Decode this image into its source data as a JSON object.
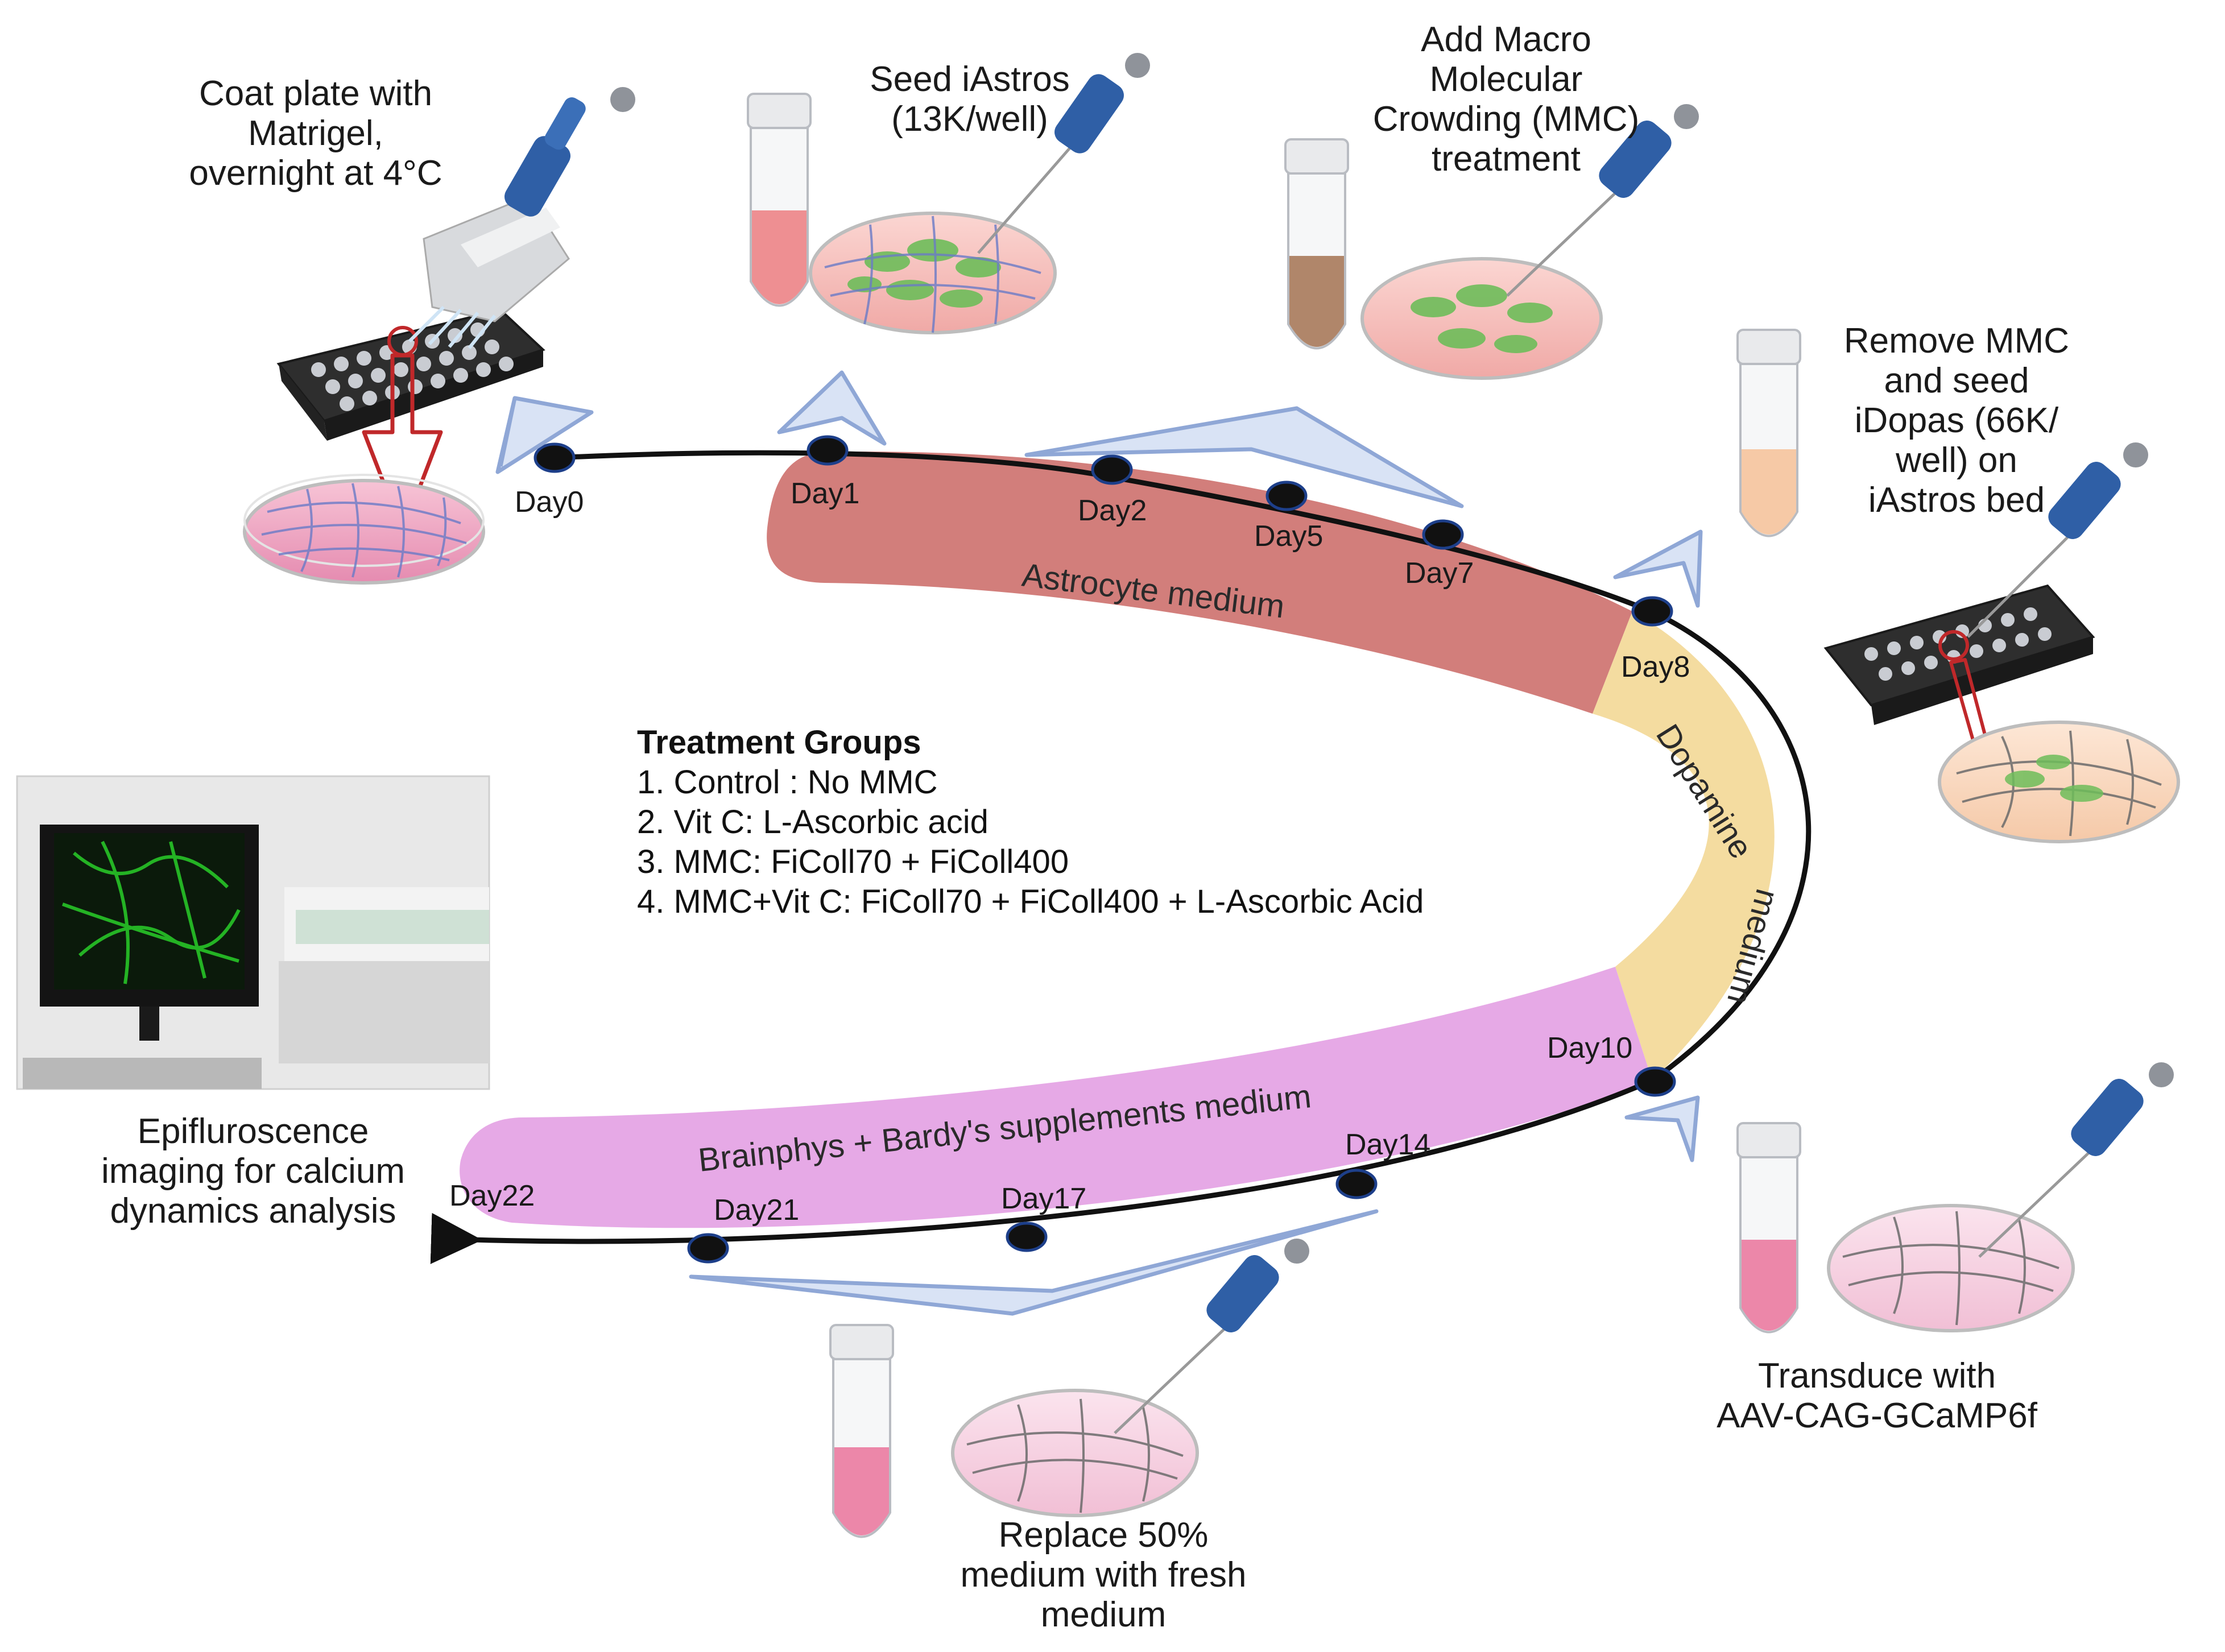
{
  "steps": {
    "coat": [
      "Coat plate with",
      "Matrigel,",
      "overnight at 4°C"
    ],
    "seed_astros": [
      "Seed iAstros",
      "(13K/well)"
    ],
    "mmc": [
      "Add Macro",
      "Molecular",
      "Crowding (MMC)",
      "treatment"
    ],
    "remove_mmc": [
      "Remove MMC",
      "and seed",
      "iDopas (66K/",
      "well) on",
      "iAstros bed"
    ],
    "transduce": [
      "Transduce with",
      "AAV-CAG-GCaMP6f"
    ],
    "replace": [
      "Replace 50%",
      "medium with fresh",
      "medium"
    ],
    "imaging": [
      "Epifluroscence",
      "imaging for calcium",
      "dynamics analysis"
    ]
  },
  "days": [
    "Day0",
    "Day1",
    "Day2",
    "Day5",
    "Day7",
    "Day8",
    "Day10",
    "Day14",
    "Day17",
    "Day21",
    "Day22"
  ],
  "media": {
    "astrocyte": "Astrocyte   medium",
    "dopamine": [
      "Dopamine",
      "medium"
    ],
    "brainphys": "Brainphys  +  Bardy's  supplements  medium"
  },
  "treatment_groups": {
    "title": "Treatment Groups",
    "items": [
      "1. Control : No MMC",
      "2. Vit C: L-Ascorbic acid",
      "3. MMC: FiColl70 + FiColl400",
      "4. MMC+Vit C: FiColl70 + FiColl400 + L-Ascorbic Acid"
    ]
  },
  "colors": {
    "astrocyte_band": "#d27e7b",
    "dopamine_band": "#f4dca0",
    "brainphys_band": "#e6a9e6",
    "timeline": "#111111",
    "arrow_fill": "#d9e3f5",
    "arrow_stroke": "#8fa7d6"
  }
}
